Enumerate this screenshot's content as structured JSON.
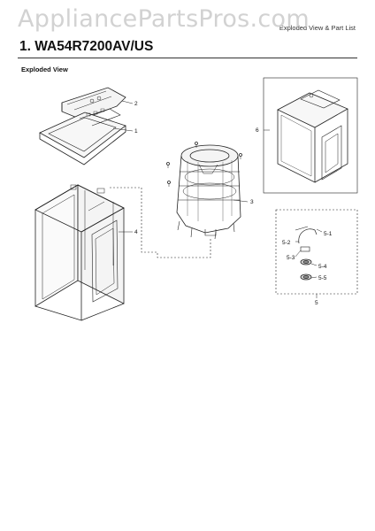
{
  "watermark": "AppliancePartsPros.com",
  "header": {
    "parts_list_label": "Exploded View & Part List"
  },
  "model": {
    "title": "1.  WA54R7200AV/US"
  },
  "section": {
    "label": "Exploded View"
  },
  "callouts": {
    "c1": "1",
    "c2": "2",
    "c3": "3",
    "c4": "4",
    "c5": "5",
    "c6": "6",
    "c5_1": "5-1",
    "c5_2": "5-2",
    "c5_3": "5-3",
    "c5_4": "5-4",
    "c5_5": "5-5"
  }
}
